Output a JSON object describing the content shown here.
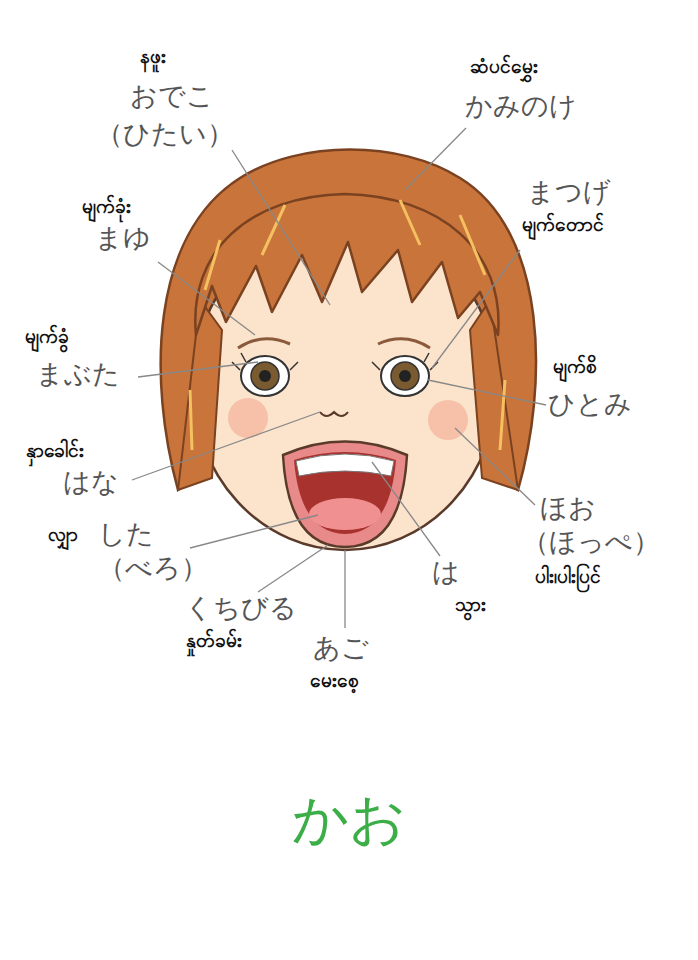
{
  "diagram": {
    "title": "かお",
    "labels": [
      "နဖူး",
      "おでこ",
      "（ひたい）",
      "ဆံပင်မွှေး",
      "かみのけ",
      "まつげ",
      "မျက်တောင်",
      "မျက်ခုံး",
      "まゆ",
      "မျက်ခွံ",
      "まぶた",
      "မျက်စိ",
      "ひとみ",
      "နှာခေါင်း",
      "はな",
      "ほお",
      "（ほっぺ）",
      "လျှာ",
      "した",
      "（べろ）",
      "ပါး၊ပါးပြင်",
      "は",
      "သွား",
      "くちびる",
      "နှုတ်ခမ်း",
      "あご",
      "မေးစေ့"
    ]
  }
}
